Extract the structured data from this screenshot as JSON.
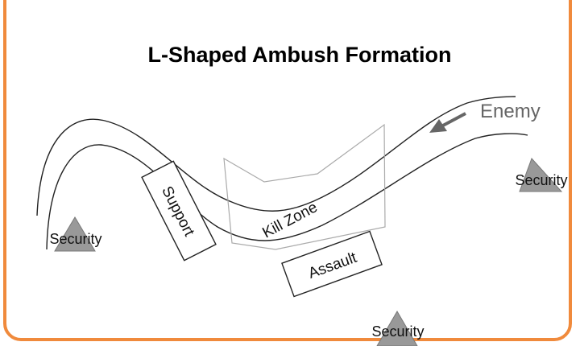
{
  "title": "L-Shaped Ambush Formation",
  "labels": {
    "enemy": "Enemy",
    "kill_zone": "Kill Zone",
    "support": "Support",
    "assault": "Assault",
    "security_left": "Security",
    "security_right": "Security",
    "security_bottom": "Security"
  },
  "colors": {
    "frame": "#f08a3c",
    "triangle": "#999999",
    "kill_zone_outline": "#aaaaaa",
    "enemy": "#666666"
  }
}
